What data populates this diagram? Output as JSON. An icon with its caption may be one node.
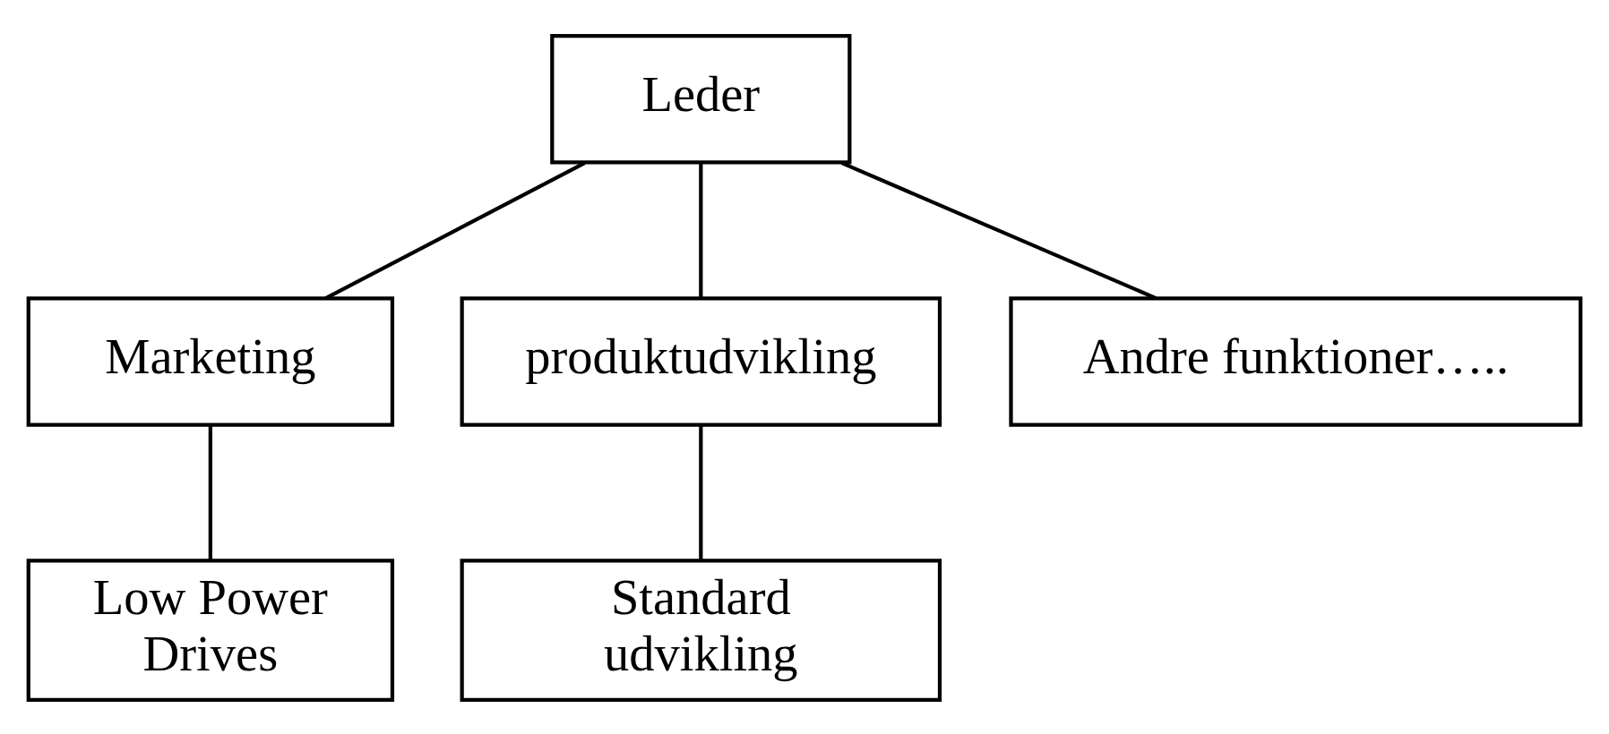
{
  "diagram": {
    "nodes": [
      {
        "text": [
          "Leder"
        ]
      },
      {
        "text": [
          "Marketing"
        ]
      },
      {
        "text": [
          "produktudvikling"
        ]
      },
      {
        "text": [
          "Andre funktioner….."
        ]
      },
      {
        "text": [
          "Low Power Drives"
        ]
      },
      {
        "text": [
          "Standard udvikling"
        ]
      }
    ],
    "edges": [
      {
        "from": 0,
        "to": 1,
        "arrow": "none"
      },
      {
        "from": 0,
        "to": 2,
        "arrow": "none"
      },
      {
        "from": 0,
        "to": 3,
        "arrow": "none"
      },
      {
        "from": 1,
        "to": 4,
        "arrow": "none"
      },
      {
        "from": 2,
        "to": 5,
        "arrow": "none"
      }
    ]
  }
}
